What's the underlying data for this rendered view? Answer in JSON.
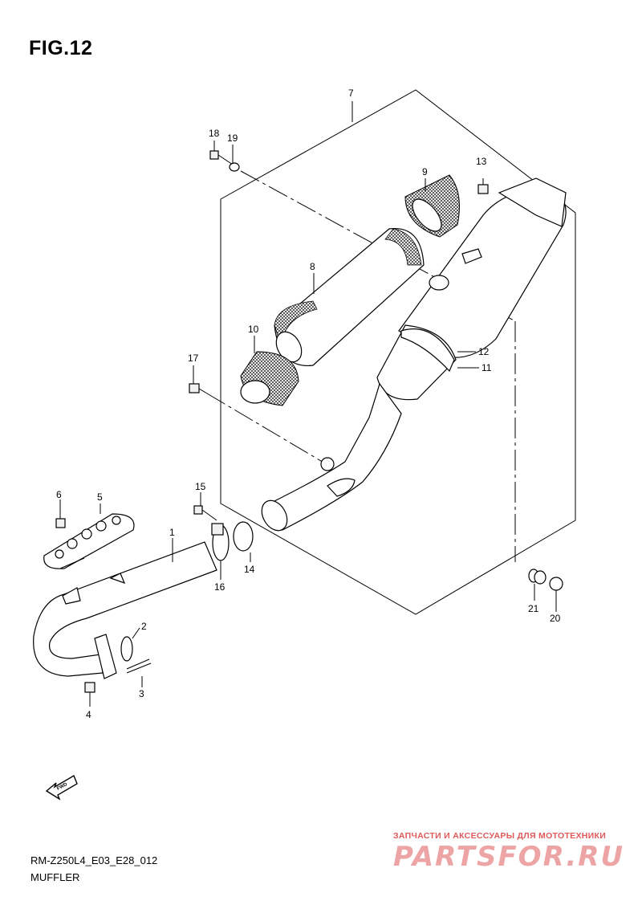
{
  "figure": {
    "title": "FIG.12"
  },
  "footer": {
    "code": "RM-Z250L4_E03_E28_012",
    "name": "MUFFLER"
  },
  "watermark": {
    "text": "ЗАПЧАСТИ И АКСЕССУАРЫ ДЛЯ МОТОТЕХНИКИ",
    "logo": "PARTSFOR.RU",
    "color": "#e05a5a"
  },
  "fwd_arrow": {
    "label": "FWD"
  },
  "callouts": [
    "1",
    "2",
    "3",
    "4",
    "5",
    "6",
    "7",
    "8",
    "9",
    "10",
    "11",
    "12",
    "13",
    "14",
    "15",
    "16",
    "17",
    "18",
    "19",
    "20",
    "21"
  ]
}
